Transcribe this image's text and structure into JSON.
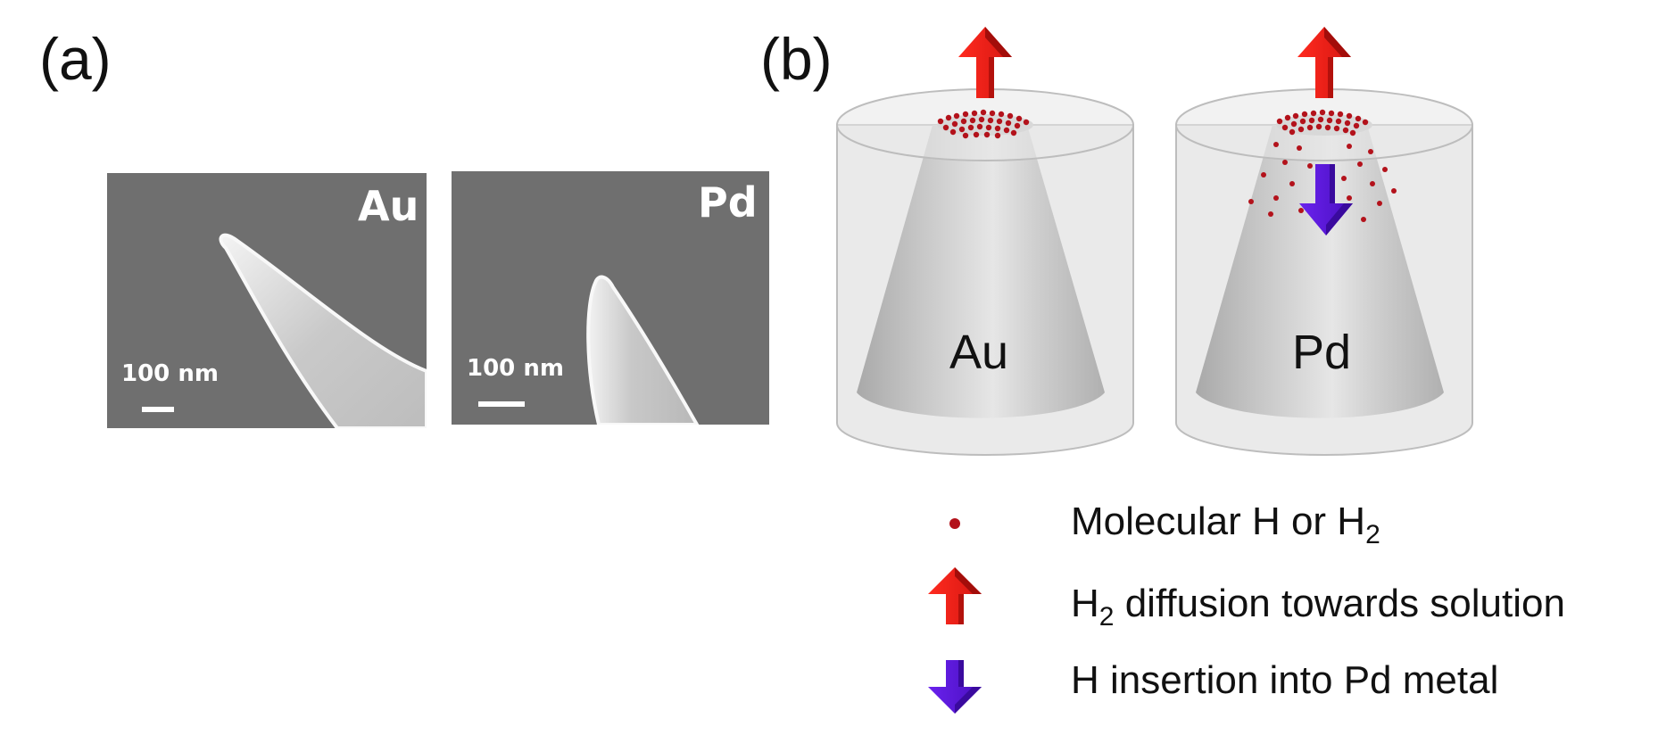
{
  "panel_a": {
    "label": "(a)",
    "images": [
      {
        "metal": "Au",
        "scale_text": "100 nm"
      },
      {
        "metal": "Pd",
        "scale_text": "100 nm"
      }
    ]
  },
  "panel_b": {
    "label": "(b)",
    "cylinders": [
      {
        "metal": "Au"
      },
      {
        "metal": "Pd"
      }
    ]
  },
  "legend": {
    "molecular": {
      "text": "Molecular H or H",
      "sub": "2"
    },
    "diffusion": {
      "pre": "H",
      "sub": "2",
      "text": " diffusion towards solution"
    },
    "insertion": {
      "text": "H insertion into Pd metal"
    }
  },
  "colors": {
    "dot": "#b3121b",
    "up_arrow": "#e01b16",
    "down_arrow": "#5a16d6",
    "sem_background": "#6f6f6f"
  }
}
